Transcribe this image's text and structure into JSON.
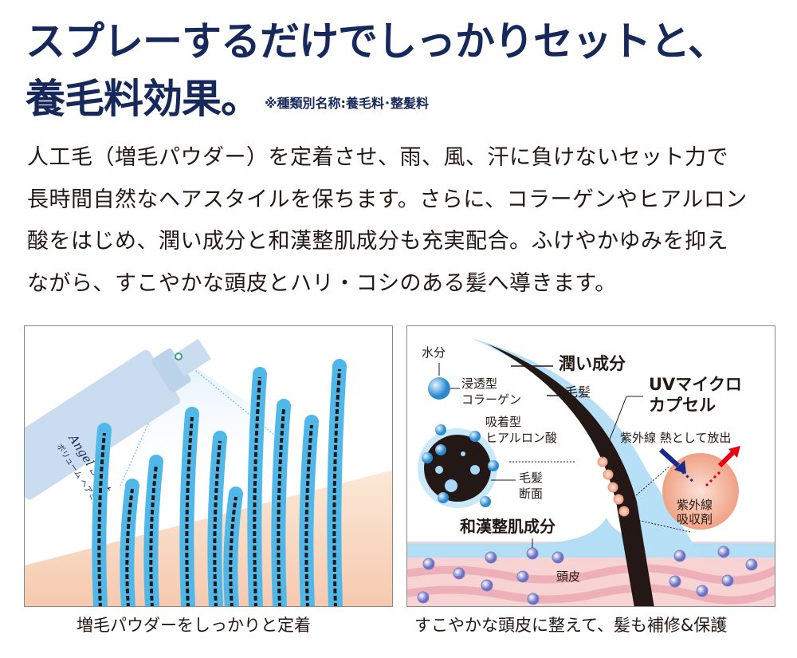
{
  "heading": {
    "line1": "スプレーするだけでしっかりセットと、",
    "line2": "養毛料効果。",
    "note": "※種類別名称:養毛料･整髪料"
  },
  "body": {
    "lines": [
      "人工毛（増毛パウダー）を定着させ、雨、風、汗に負けないセット力で",
      "長時間自然なヘアスタイルを保ちます。さらに、コラーゲンやヒアルロン",
      "酸をはじめ、潤い成分と和漢整肌成分も充実配合。ふけやかゆみを抑え",
      "ながら、すこやかな頭皮とハリ・コシのある髪へ導きます。"
    ]
  },
  "left_panel": {
    "bottle_brand": "Angel Shot",
    "bottle_product": "ボリューム ヘアミスト",
    "caption": "増毛パウダーをしっかりと定着"
  },
  "right_panel": {
    "labels": {
      "water": "水分",
      "collagen_1": "浸透型",
      "collagen_2": "コラーゲン",
      "moisture": "潤い成分",
      "hair": "毛髪",
      "hyaluronic_1": "吸着型",
      "hyaluronic_2": "ヒアルロン酸",
      "cross_1": "毛髪",
      "cross_2": "断面",
      "uv_1": "UVマイクロ",
      "uv_2": "カプセル",
      "uv_release": "紫外線 熱として放出",
      "absorber_1": "紫外線",
      "absorber_2": "吸収剤",
      "herbal": "和漢整肌成分",
      "scalp": "頭皮"
    },
    "caption": "すこやかな頭皮に整えて、髪も補修&保護"
  },
  "colors": {
    "heading": "#16295a",
    "hair_blue": "#4fb8e8",
    "scalp": "#f3c4c4",
    "uv_in": "#1b2a8a",
    "uv_out": "#e60012"
  }
}
